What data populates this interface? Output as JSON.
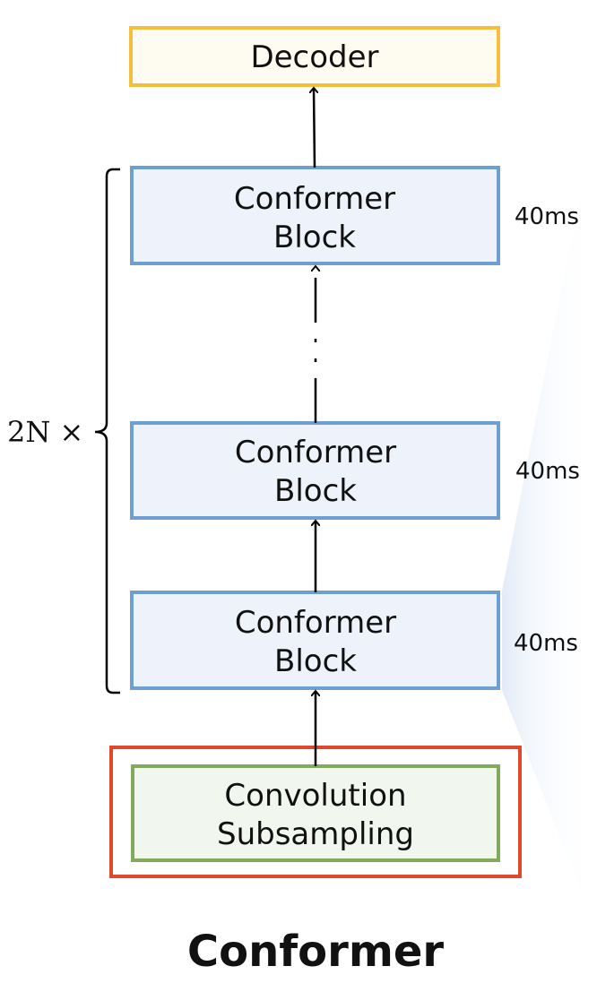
{
  "diagram": {
    "caption": "Conformer",
    "decoder": {
      "label": "Decoder",
      "fill": "#fefcf0",
      "stroke": "#f4be3e"
    },
    "blocks": [
      {
        "line1": "Conformer",
        "line2": "Block",
        "latency": "40ms"
      },
      {
        "line1": "Conformer",
        "line2": "Block",
        "latency": "40ms"
      },
      {
        "line1": "Conformer",
        "line2": "Block",
        "latency": "40ms"
      }
    ],
    "block_style": {
      "fill": "#eef3fb",
      "stroke": "#6e9fd3"
    },
    "subsampling": {
      "line1": "Convolution",
      "line2": "Subsampling",
      "fill": "#f1f6ee",
      "stroke": "#83aa5c"
    },
    "highlight_frame": {
      "stroke": "#e0482d"
    },
    "repeat_label": "2N ×"
  }
}
